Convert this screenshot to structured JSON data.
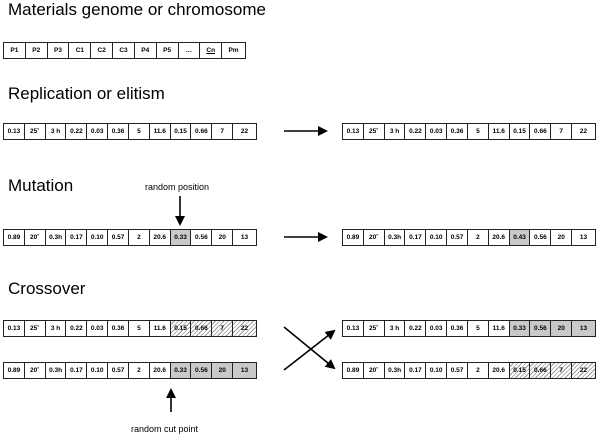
{
  "sections": {
    "genome": {
      "title": "Materials genome or chromosome",
      "chromosome": [
        "P1",
        "P2",
        "P3",
        "C1",
        "C2",
        "C3",
        "P4",
        "P5",
        "…",
        "Cn",
        "Pm"
      ]
    },
    "replication": {
      "title": "Replication or elitism",
      "before": [
        "0.13",
        "25˚",
        "3 h",
        "0.22",
        "0.03",
        "0.36",
        "5",
        "11.6",
        "0.15",
        "0.66",
        "7",
        "22"
      ],
      "after": [
        "0.13",
        "25˚",
        "3 h",
        "0.22",
        "0.03",
        "0.36",
        "5",
        "11.6",
        "0.15",
        "0.66",
        "7",
        "22"
      ]
    },
    "mutation": {
      "title": "Mutation",
      "label": "random position",
      "before": [
        "0.89",
        "20˚",
        "0.3h",
        "0.17",
        "0.10",
        "0.57",
        "2",
        "20.6",
        "0.33",
        "0.56",
        "20",
        "13"
      ],
      "after": [
        "0.89",
        "20˚",
        "0.3h",
        "0.17",
        "0.10",
        "0.57",
        "2",
        "20.6",
        "0.43",
        "0.56",
        "20",
        "13"
      ]
    },
    "crossover": {
      "title": "Crossover",
      "label": "random cut point",
      "parent1": [
        "0.13",
        "25˚",
        "3 h",
        "0.22",
        "0.03",
        "0.36",
        "5",
        "11.6",
        "0.15",
        "0.66",
        "7",
        "22"
      ],
      "parent2": [
        "0.89",
        "20˚",
        "0.3h",
        "0.17",
        "0.10",
        "0.57",
        "2",
        "20.6",
        "0.33",
        "0.56",
        "20",
        "13"
      ],
      "child1": [
        "0.13",
        "25˚",
        "3 h",
        "0.22",
        "0.03",
        "0.36",
        "5",
        "11.6",
        "0.33",
        "0.56",
        "20",
        "13"
      ],
      "child2": [
        "0.89",
        "20˚",
        "0.3h",
        "0.17",
        "0.10",
        "0.57",
        "2",
        "20.6",
        "0.15",
        "0.66",
        "7",
        "22"
      ]
    }
  }
}
